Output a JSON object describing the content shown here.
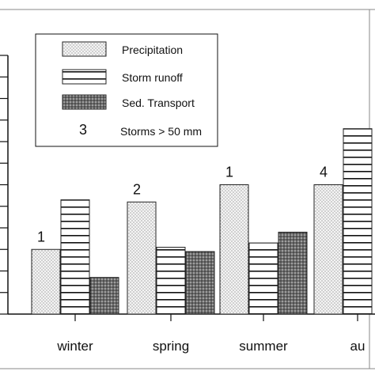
{
  "chart_data": {
    "type": "bar",
    "title": "",
    "xlabel": "",
    "ylabel": "",
    "categories": [
      "winter",
      "spring",
      "summer",
      "au"
    ],
    "series": [
      {
        "name": "Precipitation",
        "pattern": "dots",
        "values": [
          3.0,
          5.2,
          6.0,
          6.0
        ]
      },
      {
        "name": "Storm runoff",
        "pattern": "hlines",
        "values": [
          5.3,
          3.1,
          3.3,
          8.6
        ]
      },
      {
        "name": "Sed. Transport",
        "pattern": "dense-dots",
        "values": [
          1.7,
          2.9,
          3.8,
          null
        ]
      }
    ],
    "bar_annotations": [
      "1",
      "2",
      "1",
      "4"
    ],
    "ylim": [
      0,
      12
    ],
    "grid": false,
    "legend": {
      "position": "top-center",
      "entries": [
        "Precipitation",
        "Storm runoff",
        "Sed. Transport"
      ],
      "note_number": "3",
      "note_label": "Storms > 50 mm"
    }
  },
  "colors": {
    "axis": "#111111",
    "frame": "#888888",
    "bar_outline": "#222222"
  }
}
